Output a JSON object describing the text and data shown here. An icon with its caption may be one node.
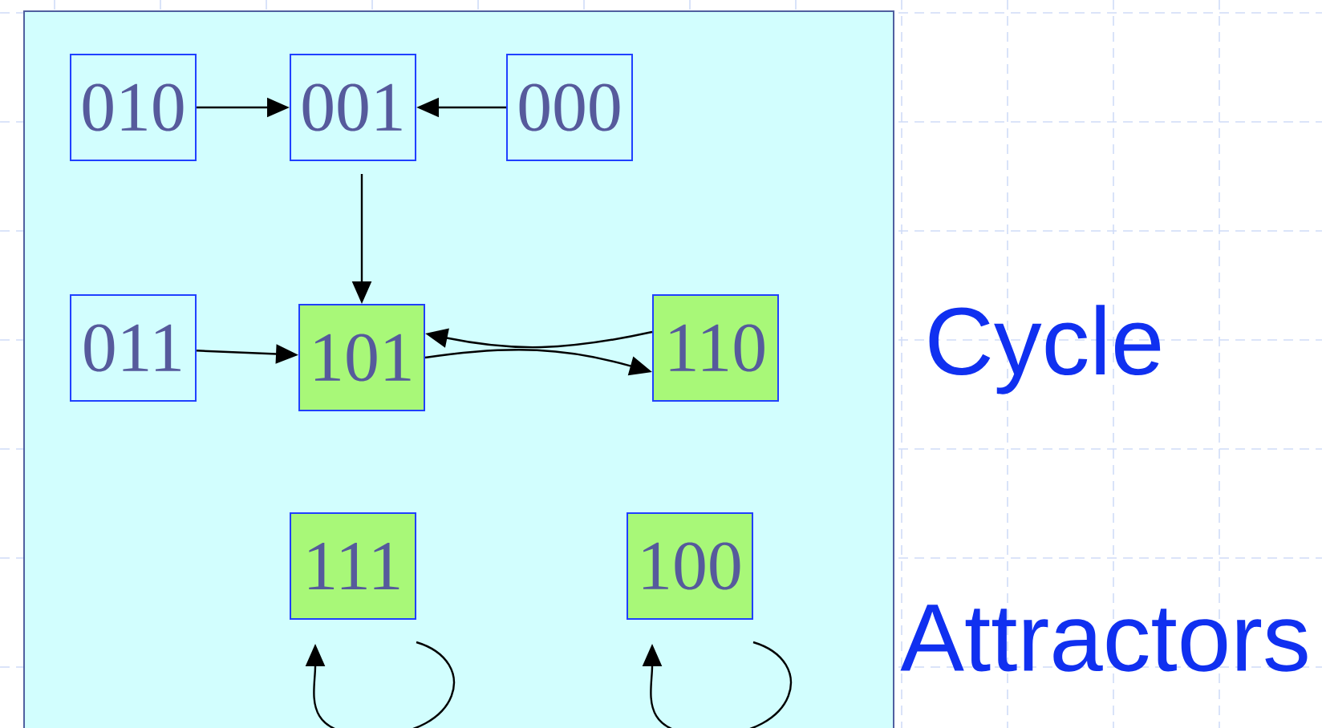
{
  "diagram": {
    "nodes": [
      {
        "text": [
          "010"
        ]
      },
      {
        "text": [
          "001"
        ]
      },
      {
        "text": [
          "000"
        ]
      },
      {
        "text": [
          "011"
        ]
      },
      {
        "text": [
          "101"
        ]
      },
      {
        "text": [
          "110"
        ]
      },
      {
        "text": [
          "111"
        ]
      },
      {
        "text": [
          "100"
        ]
      }
    ],
    "edges": [
      {
        "from": 0,
        "to": 1,
        "arrow": "to"
      },
      {
        "from": 2,
        "to": 1,
        "arrow": "to"
      },
      {
        "from": 1,
        "to": 4,
        "arrow": "to"
      },
      {
        "from": 3,
        "to": 4,
        "arrow": "to"
      },
      {
        "from": 4,
        "to": 5,
        "arrow": "to"
      },
      {
        "from": 5,
        "to": 4,
        "arrow": "to"
      },
      {
        "from": 6,
        "to": 6,
        "arrow": "to"
      },
      {
        "from": 7,
        "to": 7,
        "arrow": "to"
      }
    ],
    "labels": [
      "Cycle",
      "Attractors"
    ]
  }
}
